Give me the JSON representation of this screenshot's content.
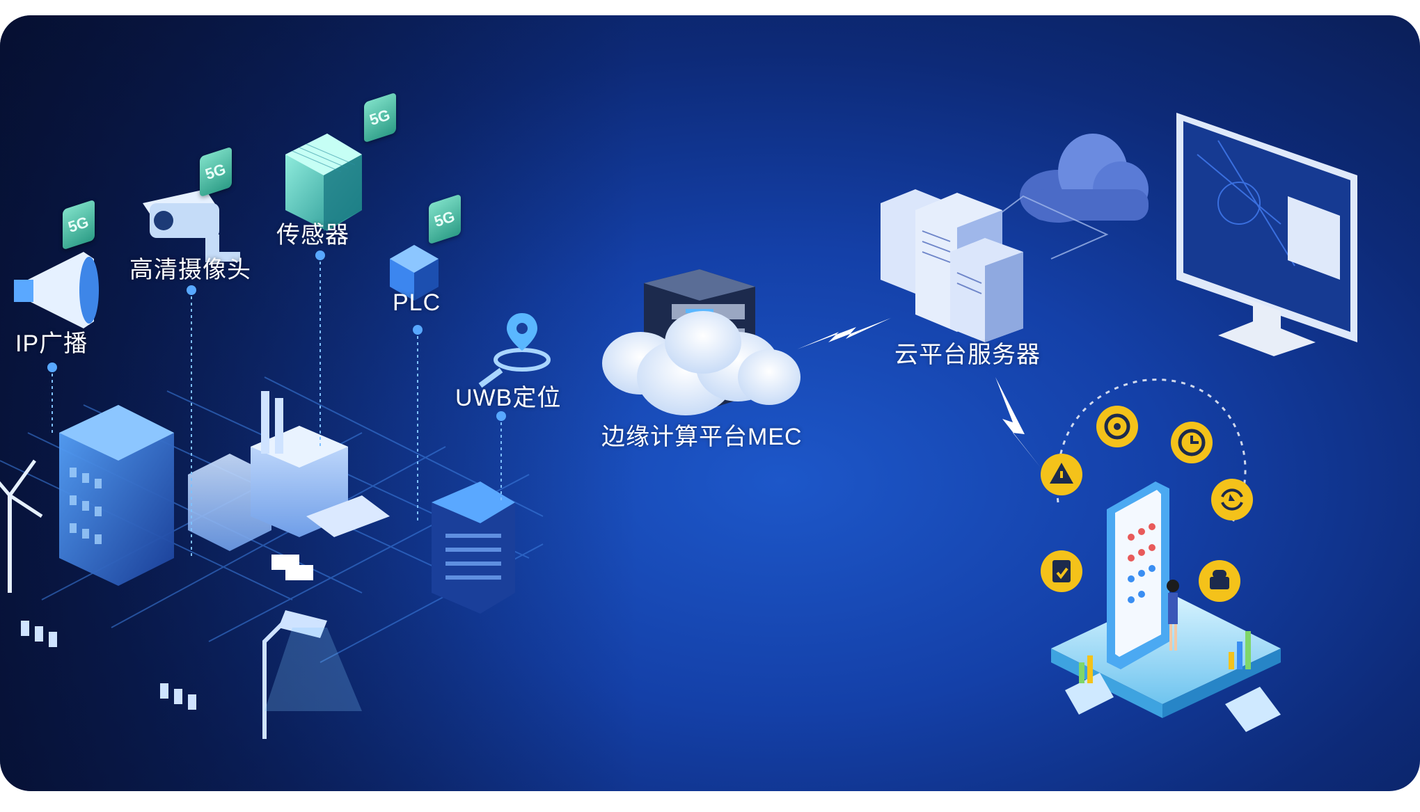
{
  "labels": {
    "ip_broadcast": "IP广播",
    "hd_camera": "高清摄像头",
    "sensor": "传感器",
    "plc": "PLC",
    "uwb": "UWB定位",
    "mec": "边缘计算平台MEC",
    "cloud_server": "云平台服务器"
  },
  "badge_text": "5G",
  "colors": {
    "background_dark": "#0a1b4e",
    "background_mid": "#1440a8",
    "badge_green": "#2c9c86",
    "icon_yellow": "#f4c21a",
    "label_white": "#ffffff"
  },
  "icons": [
    "megaphone-icon",
    "camera-icon",
    "sensor-cube-icon",
    "plc-cube-icon",
    "uwb-location-icon",
    "server-rack-icon",
    "cloud-icon",
    "server-cluster-icon",
    "monitor-icon",
    "warning-icon",
    "target-icon",
    "clock-icon",
    "refresh-icon",
    "alarm-icon",
    "clipboard-check-icon",
    "lightning-icon"
  ]
}
